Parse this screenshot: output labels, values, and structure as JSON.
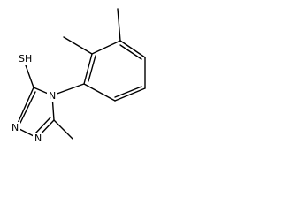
{
  "labels": {
    "thiol": "SH",
    "n_ring": "N",
    "n_top": "N",
    "n_bottom": "N"
  }
}
